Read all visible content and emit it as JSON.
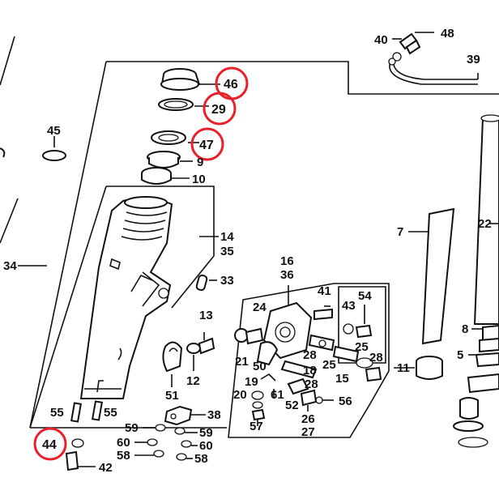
{
  "diagram": {
    "highlight_color": "#e8202a",
    "line_color": "#111111",
    "labels": {
      "p48": "48",
      "p40": "40",
      "p39": "39",
      "p46": "46",
      "p29": "29",
      "p47": "47",
      "p9": "9",
      "p10": "10",
      "p45": "45",
      "p34": "34",
      "p14": "14",
      "p35": "35",
      "p33": "33",
      "p13": "13",
      "p12": "12",
      "p51": "51",
      "p16": "16",
      "p36": "36",
      "p41": "41",
      "p43": "43",
      "p54": "54",
      "p24": "24",
      "p21": "21",
      "p50": "50",
      "p28a": "28",
      "p18": "18",
      "p28b": "28",
      "p25a": "25",
      "p15": "15",
      "p25b": "25",
      "p28c": "28",
      "p19": "19",
      "p61": "61",
      "p20": "20",
      "p52": "52",
      "p56": "56",
      "p57": "57",
      "p26": "26",
      "p27": "27",
      "p55a": "55",
      "p55b": "55",
      "p44": "44",
      "p42": "42",
      "p38": "38",
      "p59a": "59",
      "p59b": "59",
      "p60a": "60",
      "p60b": "60",
      "p58a": "58",
      "p58b": "58",
      "p7": "7",
      "p22": "22",
      "p11": "11",
      "p8": "8",
      "p5": "5"
    },
    "highlighted": [
      "46",
      "29",
      "47",
      "44"
    ]
  }
}
